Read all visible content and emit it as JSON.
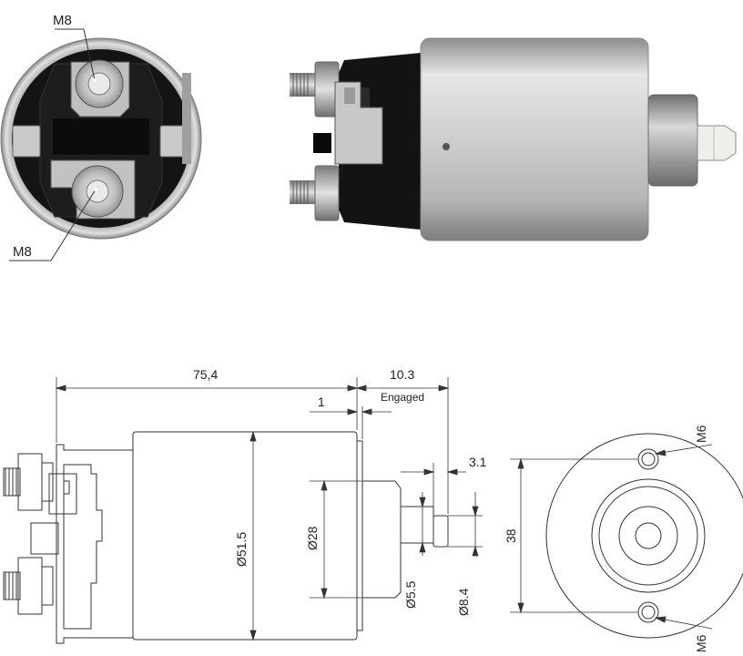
{
  "photo": {
    "end_view_labels": {
      "top_thread": "M8",
      "bottom_thread": "M8"
    }
  },
  "drawing": {
    "total_length": "75,4",
    "plunger_travel": "10.3",
    "engaged_label": "Engaged",
    "gap": "1",
    "plunger_tip": "3.1",
    "body_diameter": "Ø51.5",
    "flange_diameter": "Ø28",
    "plunger_diameter": "Ø5.5",
    "tip_diameter": "Ø8.4",
    "bolt_spacing": "38",
    "top_hole": "M6",
    "bottom_hole": "M6"
  }
}
